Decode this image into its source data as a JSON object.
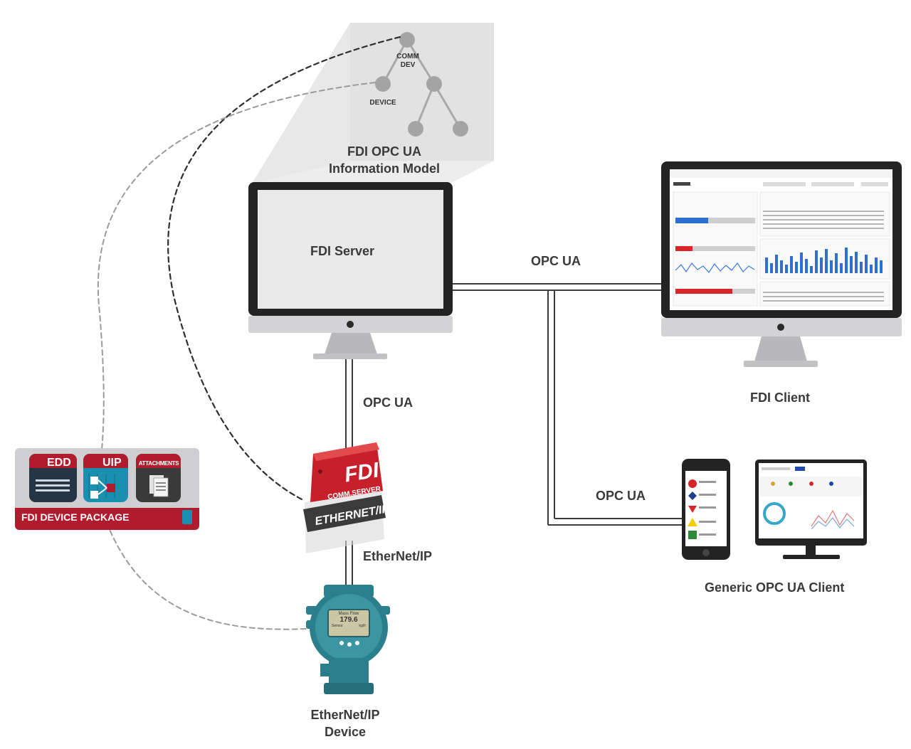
{
  "info_model": {
    "title_line1": "FDI OPC UA",
    "title_line2": "Information Model",
    "node_comm_line1": "COMM",
    "node_comm_line2": "DEV",
    "node_device": "DEVICE"
  },
  "server": {
    "label": "FDI Server"
  },
  "client": {
    "label": "FDI Client"
  },
  "generic_client": {
    "label": "Generic OPC UA Client"
  },
  "links": {
    "server_client": "OPC UA",
    "server_comm": "OPC UA",
    "generic": "OPC UA",
    "comm_device": "EtherNet/IP"
  },
  "comm_server": {
    "brand": "FDI",
    "subtitle": "COMM.SERVER",
    "band": "ETHERNET/IP"
  },
  "device": {
    "label_line1": "EtherNet/IP",
    "label_line2": "Device",
    "display_title": "Mass Flow",
    "display_value": "179.6",
    "display_left": "Sensor",
    "display_unit": "kg/h"
  },
  "package": {
    "title": "FDI DEVICE PACKAGE",
    "tile_edd": "EDD",
    "tile_uip": "UIP",
    "tile_attachments": "ATTACHMENTS"
  },
  "colors": {
    "package_red": "#b01c2e",
    "tile_dark": "#253545",
    "tile_teal": "#1b8fb0",
    "line": "#3c3c3c",
    "bezel": "#222222",
    "stand": "#c9c9cb",
    "device_teal": "#2b7f8c"
  }
}
